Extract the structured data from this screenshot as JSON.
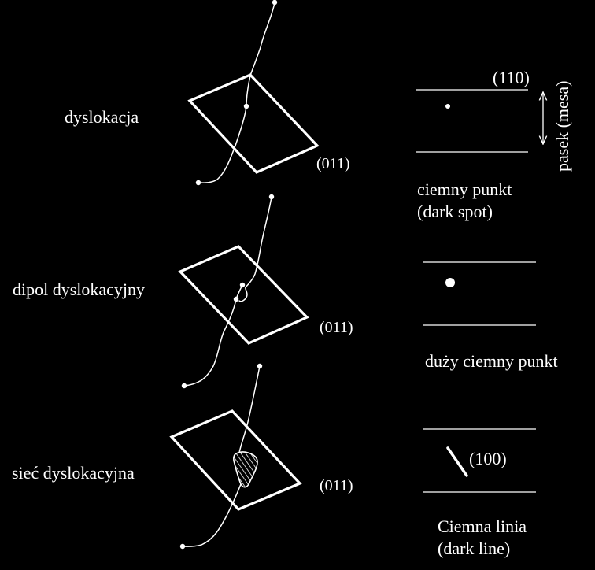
{
  "colors": {
    "background": "#000000",
    "foreground": "#ffffff"
  },
  "rows": {
    "dislocation": {
      "label": "dyslokacja",
      "plane_label": "(011)"
    },
    "dipole": {
      "label": "dipol dyslokacyjny",
      "plane_label": "(011)"
    },
    "network": {
      "label": "sieć dyslokacyjna",
      "plane_label": "(011)"
    }
  },
  "side": {
    "top_plane_label": "(110)",
    "stripe_label": "pasek (mesa)",
    "dark_spot": {
      "line1": "ciemny punkt",
      "line2": "(dark spot)"
    },
    "large_dark_spot": {
      "line1": "duży ciemny punkt"
    },
    "dark_line": {
      "direction_label": "(100)",
      "line1": "Ciemna linia",
      "line2": "(dark line)"
    }
  }
}
